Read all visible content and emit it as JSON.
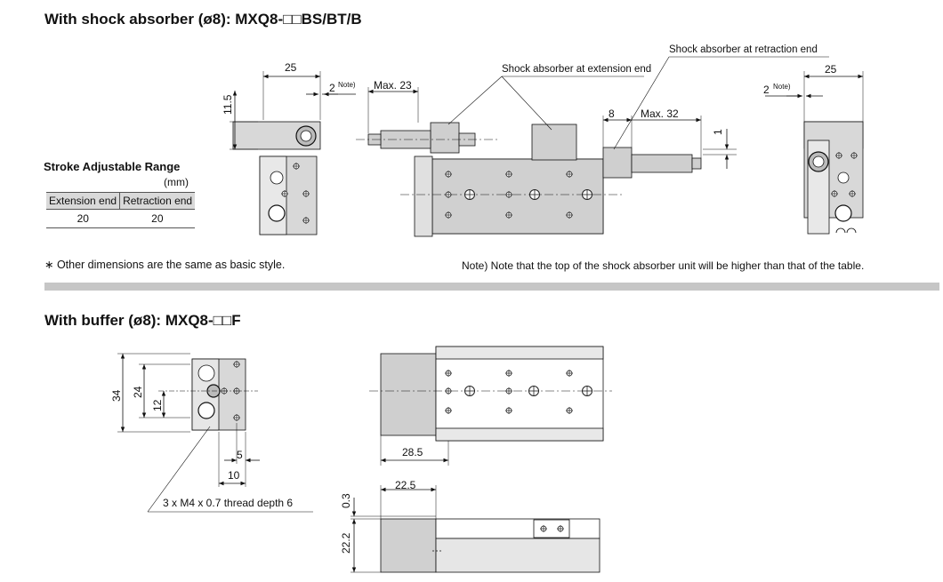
{
  "section1": {
    "title": "With shock absorber (ø8): MXQ8-□□BS/BT/B",
    "stroke_title": "Stroke Adjustable Range",
    "stroke_unit": "(mm)",
    "stroke_table": {
      "headers": [
        "Extension end",
        "Retraction end"
      ],
      "values": [
        "20",
        "20"
      ]
    },
    "footnote": "∗ Other dimensions are the same as basic style.",
    "note": "Note) Note that the top of the shock absorber unit will be higher than that of the table.",
    "callouts": {
      "extension": "Shock absorber at extension end",
      "retraction": "Shock absorber at retraction end"
    },
    "dims": {
      "d25_left": "25",
      "d2_left": "2",
      "note_tag_left": "Note)",
      "d11_5": "11.5",
      "max23": "Max. 23",
      "d8": "8",
      "max32": "Max. 32",
      "d1": "1",
      "d25_right": "25",
      "d2_right": "2",
      "note_tag_right": "Note)"
    }
  },
  "section2": {
    "title": "With buffer (ø8): MXQ8-□□F",
    "thread": "3 x M4 x 0.7 thread depth 6",
    "dims": {
      "d34": "34",
      "d24": "24",
      "d12": "12",
      "d5": "5",
      "d10": "10",
      "d28_5": "28.5",
      "d22_5": "22.5",
      "d0_3": "0.3",
      "d22_2": "22.2"
    }
  }
}
